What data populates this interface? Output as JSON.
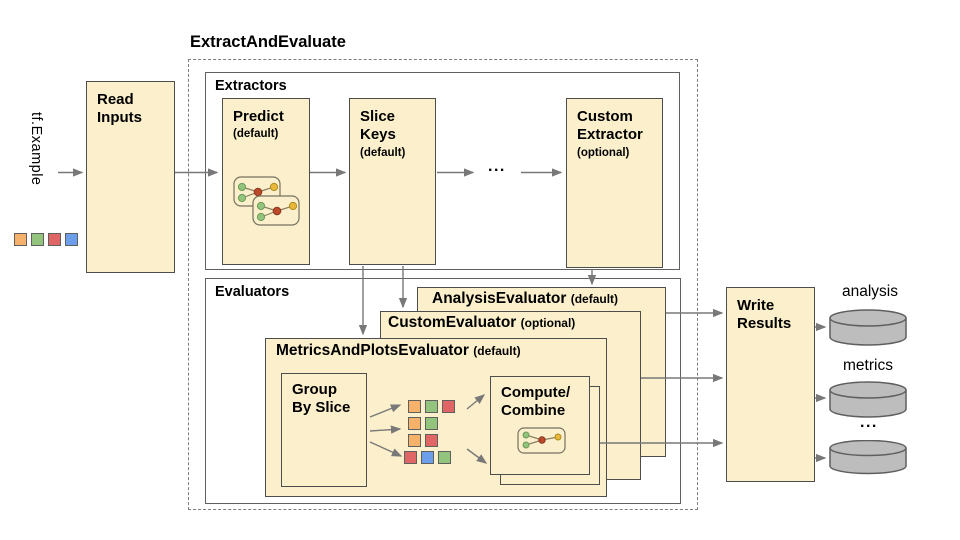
{
  "colors": {
    "box_fill": "#FBF0CB",
    "box_border": "#4d4d4d",
    "container_border": "#606060",
    "dashed_border": "#7d7d7d",
    "arrow": "#787878",
    "orange": "#F6B26B",
    "green": "#93C47D",
    "red": "#E06666",
    "blue": "#6D9EEB",
    "node_green": "#93C47D",
    "node_red": "#BA4A2A",
    "node_yellow": "#E8B73B",
    "cylinder_fill": "#BDBDBD",
    "cylinder_border": "#5f5f5f"
  },
  "pipeline": {
    "title": "ExtractAndEvaluate",
    "input": {
      "label": "tf.Example",
      "legend": [
        "orange",
        "green",
        "red",
        "blue"
      ]
    },
    "read_inputs": {
      "label": "Read Inputs"
    },
    "extractors": {
      "label": "Extractors",
      "ellipsis": "...",
      "items": [
        {
          "name": "Predict",
          "qualifier": "(default)"
        },
        {
          "name": "Slice Keys",
          "qualifier": "(default)"
        },
        {
          "name": "Custom Extractor",
          "qualifier": "(optional)"
        }
      ]
    },
    "evaluators": {
      "label": "Evaluators",
      "stack": [
        {
          "name": "AnalysisEvaluator",
          "qualifier": "(default)"
        },
        {
          "name": "CustomEvaluator",
          "qualifier": "(optional)"
        },
        {
          "name": "MetricsAndPlotsEvaluator",
          "qualifier": "(default)"
        }
      ],
      "group_by_slice": "Group By Slice",
      "compute_combine": {
        "lines": [
          "Compute/",
          "Combine"
        ]
      },
      "slice_grid": [
        [
          "orange",
          "green",
          "red"
        ],
        [
          "orange",
          "green"
        ],
        [
          "orange",
          "red"
        ],
        [
          "red",
          "blue",
          "green"
        ]
      ]
    },
    "write_results": {
      "label": "Write Results"
    },
    "outputs": [
      {
        "label": "analysis"
      },
      {
        "label": "metrics"
      },
      {
        "label": "..."
      }
    ]
  }
}
